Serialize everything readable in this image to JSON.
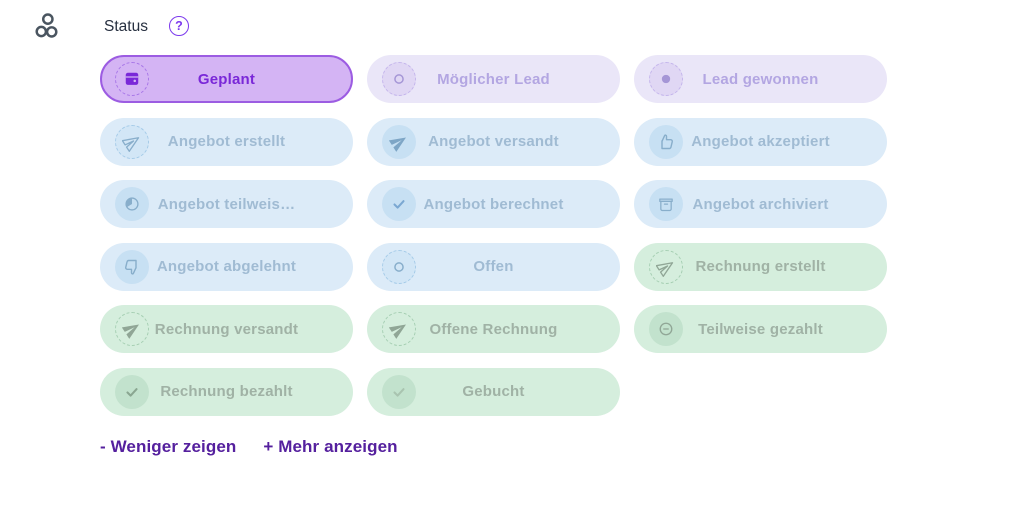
{
  "header": {
    "label": "Status",
    "help_glyph": "?"
  },
  "statuses": [
    {
      "label": "Geplant",
      "scheme": "purple_selected",
      "icon": "calendar",
      "ring": "dashed",
      "selected": true
    },
    {
      "label": "Möglicher Lead",
      "scheme": "purple",
      "icon": "circle",
      "ring": "dashed",
      "selected": false
    },
    {
      "label": "Lead gewonnen",
      "scheme": "purple",
      "icon": "dot-circle",
      "ring": "dashed",
      "selected": false
    },
    {
      "label": "Angebot erstellt",
      "scheme": "blue",
      "icon": "plane-outline",
      "ring": "dashed",
      "selected": false
    },
    {
      "label": "Angebot versandt",
      "scheme": "blue",
      "icon": "plane-filled",
      "ring": "solid",
      "selected": false,
      "icon_color": "#7ea6c6"
    },
    {
      "label": "Angebot akzeptiert",
      "scheme": "blue",
      "icon": "thumbs-up",
      "ring": "solid",
      "selected": false
    },
    {
      "label": "Angebot teilweis…",
      "scheme": "blue",
      "icon": "pie",
      "ring": "solid",
      "selected": false
    },
    {
      "label": "Angebot berechnet",
      "scheme": "blue",
      "icon": "check",
      "ring": "solid",
      "selected": false,
      "icon_color": "#7ba8d2"
    },
    {
      "label": "Angebot archiviert",
      "scheme": "blue",
      "icon": "archive",
      "ring": "solid",
      "selected": false
    },
    {
      "label": "Angebot abgelehnt",
      "scheme": "blue",
      "icon": "thumbs-down",
      "ring": "solid",
      "selected": false
    },
    {
      "label": "Offen",
      "scheme": "blue",
      "icon": "circle",
      "ring": "dashed",
      "selected": false
    },
    {
      "label": "Rechnung erstellt",
      "scheme": "green",
      "icon": "plane-outline",
      "ring": "dashed",
      "selected": false
    },
    {
      "label": "Rechnung versandt",
      "scheme": "green",
      "icon": "plane-filled",
      "ring": "dashed",
      "selected": false
    },
    {
      "label": "Offene Rechnung",
      "scheme": "green",
      "icon": "plane-filled",
      "ring": "dashed",
      "selected": false
    },
    {
      "label": "Teilweise gezahlt",
      "scheme": "green",
      "icon": "minus-circle",
      "ring": "solid",
      "selected": false
    },
    {
      "label": "Rechnung bezahlt",
      "scheme": "green",
      "icon": "check",
      "ring": "solid",
      "selected": false,
      "icon_color": "#8aa691"
    },
    {
      "label": "Gebucht",
      "scheme": "green",
      "icon": "check",
      "ring": "solid",
      "selected": false,
      "icon_color": "#a9c4b0"
    }
  ],
  "footer": {
    "show_less": "- Weniger zeigen",
    "show_more": "+ Mehr anzeigen"
  },
  "colors": {
    "accent": "#7c3aed",
    "link": "#55209e",
    "header_text": "#273040",
    "cluster_icon": "#4a5560",
    "schemes": {
      "purple_selected": {
        "bg": "#d4b4f4",
        "border": "#9c5ce2",
        "text": "#7a28d8",
        "icon": "#7a28d8",
        "ring_bg_dashed": "#d4b4f4",
        "ring_bg_solid": "#c9a4f0",
        "ring_border": "#a877e8"
      },
      "purple": {
        "bg": "#eae6f8",
        "border": "transparent",
        "text": "#b3a6e2",
        "icon": "#a596d6",
        "ring_bg_dashed": "#e0d7f4",
        "ring_bg_solid": "#ddd3f2",
        "ring_border": "#c4b5ec"
      },
      "blue": {
        "bg": "#dcebf8",
        "border": "transparent",
        "text": "#a0bbd3",
        "icon": "#88aecb",
        "ring_bg_dashed": "#d2e6f6",
        "ring_bg_solid": "#c7e0f3",
        "ring_border": "#a5cbe8"
      },
      "green": {
        "bg": "#d5eedd",
        "border": "transparent",
        "text": "#a0b2a5",
        "icon": "#90a696",
        "ring_bg_dashed": "#d5eedd",
        "ring_bg_solid": "#c2e2cd",
        "ring_border": "#a6cfb3"
      }
    }
  }
}
